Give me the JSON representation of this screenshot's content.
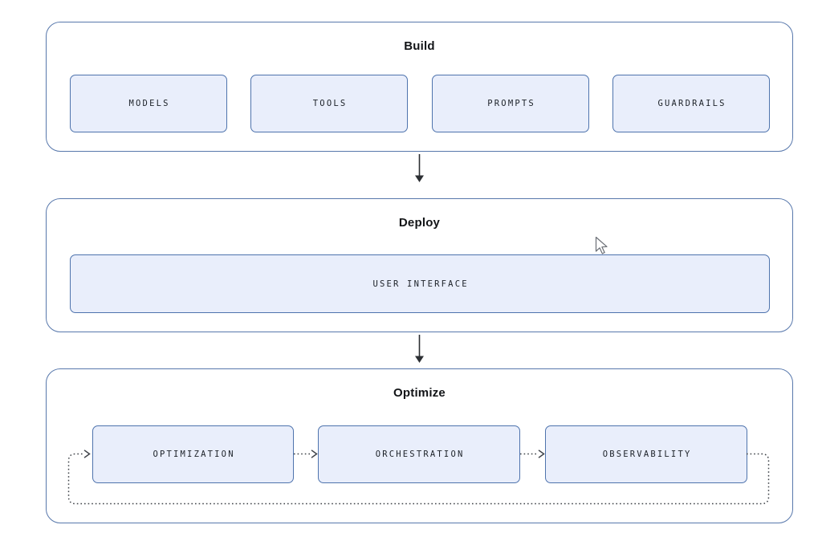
{
  "diagram": {
    "sections": [
      {
        "title": "Build",
        "items": [
          "MODELS",
          "TOOLS",
          "PROMPTS",
          "GUARDRAILS"
        ]
      },
      {
        "title": "Deploy",
        "items": [
          "USER INTERFACE"
        ]
      },
      {
        "title": "Optimize",
        "items": [
          "OPTIMIZATION",
          "ORCHESTRATION",
          "OBSERVABILITY"
        ]
      }
    ],
    "connectors": [
      {
        "from": "Build",
        "to": "Deploy",
        "style": "solid-arrow"
      },
      {
        "from": "Deploy",
        "to": "Optimize",
        "style": "solid-arrow"
      },
      {
        "from": "OPTIMIZATION",
        "to": "ORCHESTRATION",
        "style": "dotted-arrow"
      },
      {
        "from": "ORCHESTRATION",
        "to": "OBSERVABILITY",
        "style": "dotted-arrow"
      },
      {
        "from": "OBSERVABILITY",
        "to": "OPTIMIZATION",
        "style": "dotted-feedback-loop"
      }
    ],
    "colors": {
      "background": "#ffffff",
      "container_border": "#5878ac",
      "node_border": "#4e73ad",
      "node_fill": "#e9eefb",
      "title_text": "#121417",
      "node_text": "#1c2128",
      "solid_arrow": "#2c2f33",
      "dotted_line": "#3e4248"
    }
  }
}
